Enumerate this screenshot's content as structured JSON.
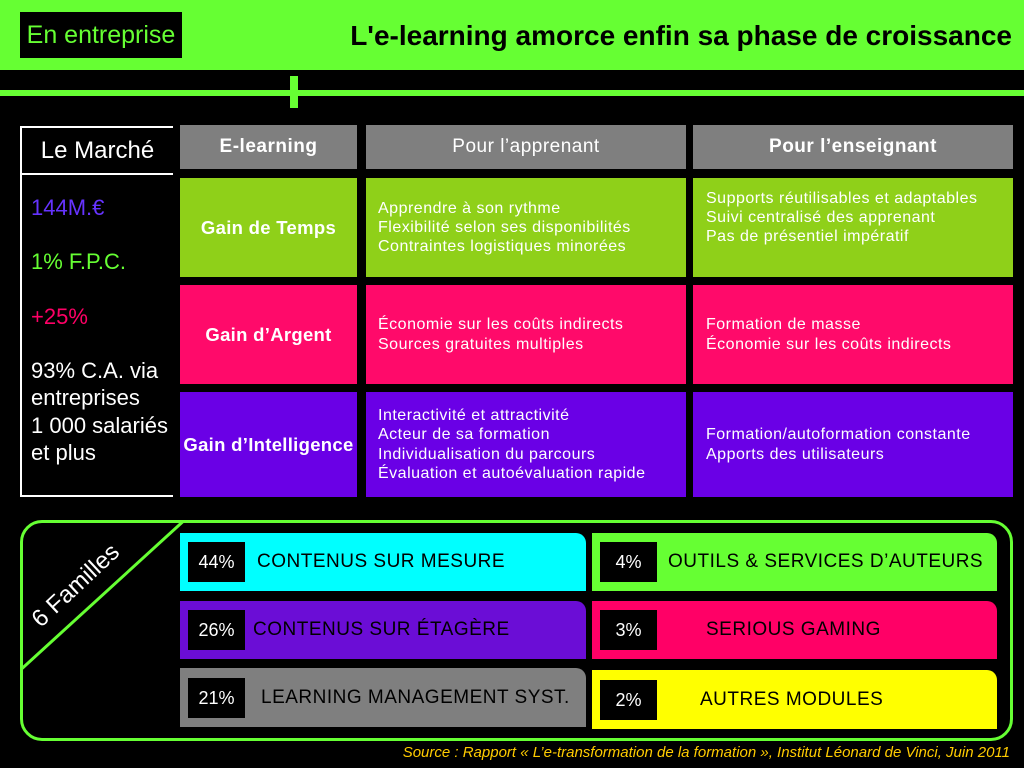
{
  "theme": {
    "accent": "#66FF33",
    "source_text_color": "#FFCC00"
  },
  "header": {
    "section_label": "En entreprise",
    "title": "L'e-learning amorce enfin sa phase de croissance"
  },
  "market": {
    "title": "Le Marché",
    "figures": [
      {
        "text": "144M.€",
        "color": "#6633FF"
      },
      {
        "text": "1% F.P.C.",
        "color": "#66FF33"
      },
      {
        "text": "+25%",
        "color": "#FF0066"
      }
    ],
    "note_lines": [
      "93% C.A. via",
      "entreprises",
      "1 000 salariés",
      "et plus"
    ]
  },
  "table": {
    "header_color": "#7F7F7F",
    "headers": [
      "E-learning",
      "Pour l’apprenant",
      "Pour l’enseignant"
    ],
    "rows": [
      {
        "label": "Gain de Temps",
        "color": "#8FD019",
        "learner": [
          "Apprendre à son rythme",
          "Flexibilité selon ses disponibilités",
          "Contraintes logistiques minorées"
        ],
        "teacher": [
          "Supports réutilisables et adaptables",
          "Suivi centralisé des apprenant",
          "Pas de présentiel impératif"
        ]
      },
      {
        "label": "Gain d’Argent",
        "color": "#FF0A6A",
        "learner": [
          "Économie sur les coûts indirects",
          "Sources gratuites multiples"
        ],
        "teacher": [
          "Formation de masse",
          "Économie sur les coûts indirects"
        ]
      },
      {
        "label": "Gain d’Intelligence",
        "color": "#6A00E6",
        "learner": [
          "Interactivité et attractivité",
          "Acteur de sa formation",
          "Individualisation du parcours",
          "Évaluation et autoévaluation rapide"
        ],
        "teacher": [
          "Formation/autoformation constante",
          "Apports des utilisateurs"
        ]
      }
    ]
  },
  "families": {
    "title": "6 Familles",
    "items": [
      {
        "percent": "44%",
        "label": "CONTENUS SUR MESURE",
        "color": "#00FFFF"
      },
      {
        "percent": "4%",
        "label": "OUTILS & SERVICES D’AUTEURS",
        "color": "#66FF33"
      },
      {
        "percent": "26%",
        "label": "CONTENUS SUR ÉTAGÈRE",
        "color": "#6B0DD6"
      },
      {
        "percent": "3%",
        "label": "SERIOUS GAMING",
        "color": "#FF0066"
      },
      {
        "percent": "21%",
        "label": "LEARNING MANAGEMENT SYST.",
        "color": "#7F7F7F"
      },
      {
        "percent": "2%",
        "label": "AUTRES MODULES",
        "color": "#FFFF00"
      }
    ]
  },
  "footer": {
    "source": "Source : Rapport « L’e-transformation de la formation », Institut Léonard de Vinci, Juin 2011"
  }
}
